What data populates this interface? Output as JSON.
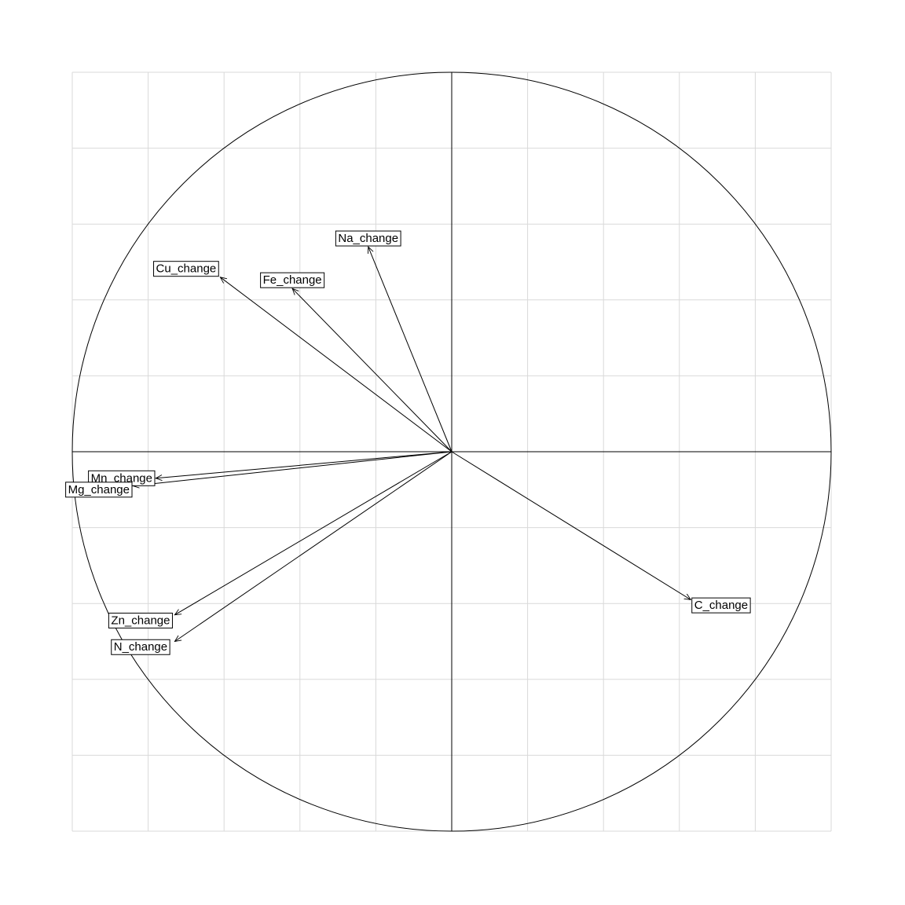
{
  "chart_data": {
    "type": "scatter",
    "subtype": "pca-correlation-circle",
    "title": "",
    "xlabel": "",
    "ylabel": "",
    "xlim": [
      -1,
      1
    ],
    "ylim": [
      -1,
      1
    ],
    "grid": true,
    "grid_step": 0.2,
    "unit_circle": true,
    "vectors": [
      {
        "label": "Na_change",
        "x": -0.22,
        "y": 0.54
      },
      {
        "label": "Fe_change",
        "x": -0.42,
        "y": 0.43
      },
      {
        "label": "Cu_change",
        "x": -0.61,
        "y": 0.46
      },
      {
        "label": "Mn_change",
        "x": -0.78,
        "y": -0.07
      },
      {
        "label": "Mg_change",
        "x": -0.84,
        "y": -0.09
      },
      {
        "label": "Zn_change",
        "x": -0.73,
        "y": -0.43
      },
      {
        "label": "N_change",
        "x": -0.73,
        "y": -0.5
      },
      {
        "label": "C_change",
        "x": 0.63,
        "y": -0.39
      }
    ],
    "label_offsets": {
      "Na_change": [
        0.0,
        0.022
      ],
      "Fe_change": [
        0.0,
        0.022
      ],
      "Cu_change": [
        -0.09,
        0.022
      ],
      "Mn_change": [
        -0.09,
        0.0
      ],
      "Mg_change": [
        -0.09,
        -0.01
      ],
      "Zn_change": [
        -0.09,
        -0.015
      ],
      "N_change": [
        -0.09,
        -0.015
      ],
      "C_change": [
        0.08,
        -0.015
      ]
    }
  }
}
